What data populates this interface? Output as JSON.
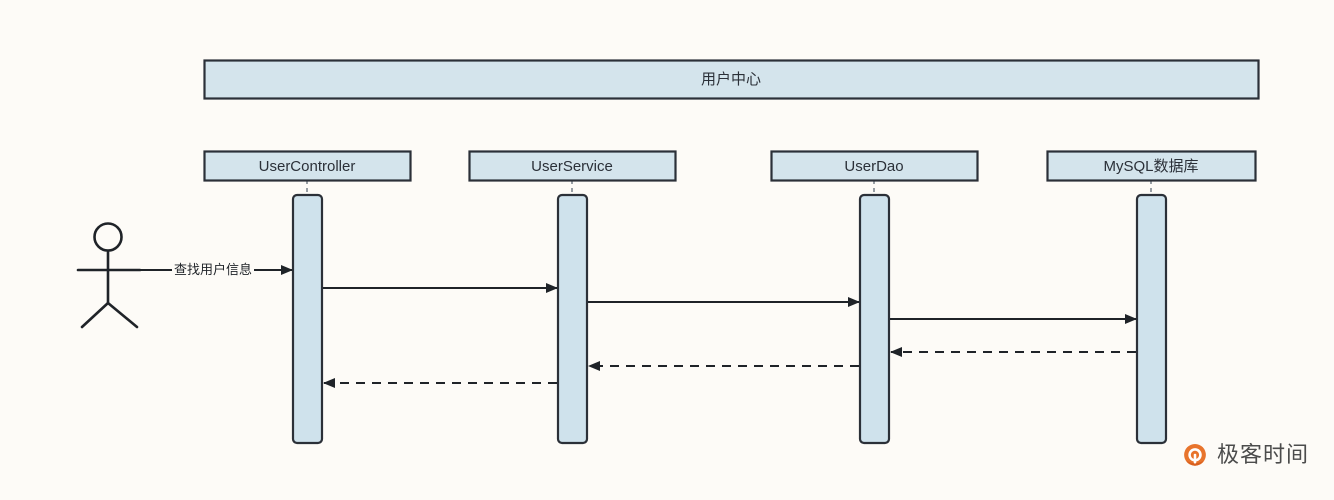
{
  "diagram": {
    "type": "sequence-diagram",
    "background_color": "#fdfbf7",
    "box_fill_color": "#d4e4ec",
    "box_border_color": "#2b3038",
    "line_color": "#1f2328",
    "title": {
      "label": "用户中心"
    },
    "actor": {
      "name": "actor-stick-figure",
      "label": ""
    },
    "participants": [
      {
        "id": "usercontroller",
        "label": "UserController"
      },
      {
        "id": "userservice",
        "label": "UserService"
      },
      {
        "id": "userdao",
        "label": "UserDao"
      },
      {
        "id": "mysql",
        "label": "MySQL数据库"
      }
    ],
    "messages": [
      {
        "id": "msg-actor-controller",
        "label": "查找用户信息",
        "from": "actor",
        "to": "usercontroller",
        "style": "solid",
        "direction": "right"
      },
      {
        "id": "msg-controller-service",
        "label": "",
        "from": "usercontroller",
        "to": "userservice",
        "style": "solid",
        "direction": "right"
      },
      {
        "id": "msg-service-dao",
        "label": "",
        "from": "userservice",
        "to": "userdao",
        "style": "solid",
        "direction": "right"
      },
      {
        "id": "msg-dao-mysql",
        "label": "",
        "from": "userdao",
        "to": "mysql",
        "style": "solid",
        "direction": "right"
      },
      {
        "id": "msg-mysql-dao-return",
        "label": "",
        "from": "mysql",
        "to": "userdao",
        "style": "dashed",
        "direction": "left"
      },
      {
        "id": "msg-dao-service-return",
        "label": "",
        "from": "userdao",
        "to": "userservice",
        "style": "dashed",
        "direction": "left"
      },
      {
        "id": "msg-service-controller-return",
        "label": "",
        "from": "userservice",
        "to": "usercontroller",
        "style": "dashed",
        "direction": "left"
      }
    ]
  },
  "watermark": {
    "brand": "极客时间",
    "logo_color": "#e8742c"
  }
}
